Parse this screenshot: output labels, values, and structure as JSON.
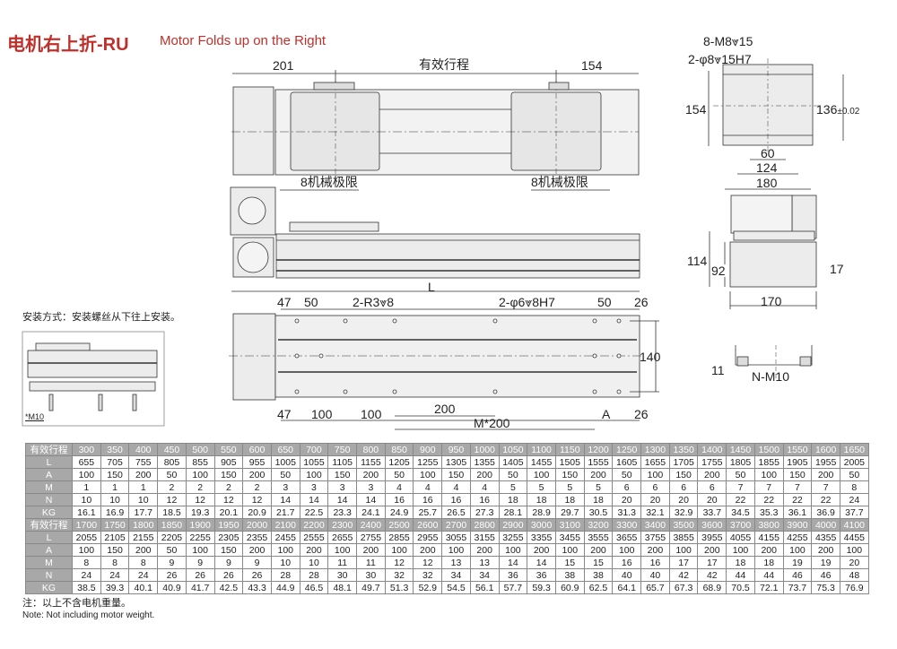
{
  "title": {
    "cn": "电机右上折-RU",
    "en": "Motor Folds up on the Right"
  },
  "top_view": {
    "dim_left": "201",
    "dim_stroke": "有效行程",
    "dim_right": "154",
    "limit_left": "8机械极限",
    "limit_right": "8机械极限"
  },
  "side_view": {
    "dim_length": "L"
  },
  "bottom_view": {
    "top_dims": [
      "47",
      "50",
      "2-R3⩔8",
      "2-φ6⩔8H7",
      "50",
      "26"
    ],
    "height": "140",
    "bottom_dims": [
      "47",
      "100",
      "100",
      "200",
      "M*200",
      "A",
      "26"
    ]
  },
  "install": {
    "text": "安装方式：安装螺丝从下往上安装。",
    "screw": "*M10"
  },
  "end_view": {
    "holes1": "8-M8⩔15",
    "holes2": "2-φ8⩔15H7",
    "h": "154",
    "pitch": "136",
    "tol": "±0.02",
    "w60": "60",
    "w124": "124",
    "w180": "180"
  },
  "front_view": {
    "h114": "114",
    "h92": "92",
    "d17": "17",
    "w170": "170"
  },
  "profile": {
    "d11": "11",
    "bolts": "N-M10"
  },
  "table": {
    "blocks": [
      {
        "rows": [
          {
            "label": "有效行程",
            "values": [
              "300",
              "350",
              "400",
              "450",
              "500",
              "550",
              "600",
              "650",
              "700",
              "750",
              "800",
              "850",
              "900",
              "950",
              "1000",
              "1050",
              "1100",
              "1150",
              "1200",
              "1250",
              "1300",
              "1350",
              "1400",
              "1450",
              "1500",
              "1550",
              "1600",
              "1650"
            ]
          },
          {
            "label": "L",
            "values": [
              "655",
              "705",
              "755",
              "805",
              "855",
              "905",
              "955",
              "1005",
              "1055",
              "1105",
              "1155",
              "1205",
              "1255",
              "1305",
              "1355",
              "1405",
              "1455",
              "1505",
              "1555",
              "1605",
              "1655",
              "1705",
              "1755",
              "1805",
              "1855",
              "1905",
              "1955",
              "2005"
            ]
          },
          {
            "label": "A",
            "values": [
              "100",
              "150",
              "200",
              "50",
              "100",
              "150",
              "200",
              "50",
              "100",
              "150",
              "200",
              "50",
              "100",
              "150",
              "200",
              "50",
              "100",
              "150",
              "200",
              "50",
              "100",
              "150",
              "200",
              "50",
              "100",
              "150",
              "200",
              "50"
            ]
          },
          {
            "label": "M",
            "values": [
              "1",
              "1",
              "1",
              "2",
              "2",
              "2",
              "2",
              "3",
              "3",
              "3",
              "3",
              "4",
              "4",
              "4",
              "4",
              "5",
              "5",
              "5",
              "5",
              "6",
              "6",
              "6",
              "6",
              "7",
              "7",
              "7",
              "7",
              "8"
            ]
          },
          {
            "label": "N",
            "values": [
              "10",
              "10",
              "10",
              "12",
              "12",
              "12",
              "12",
              "14",
              "14",
              "14",
              "14",
              "16",
              "16",
              "16",
              "16",
              "18",
              "18",
              "18",
              "18",
              "20",
              "20",
              "20",
              "20",
              "22",
              "22",
              "22",
              "22",
              "24"
            ]
          },
          {
            "label": "KG",
            "values": [
              "16.1",
              "16.9",
              "17.7",
              "18.5",
              "19.3",
              "20.1",
              "20.9",
              "21.7",
              "22.5",
              "23.3",
              "24.1",
              "24.9",
              "25.7",
              "26.5",
              "27.3",
              "28.1",
              "28.9",
              "29.7",
              "30.5",
              "31.3",
              "32.1",
              "32.9",
              "33.7",
              "34.5",
              "35.3",
              "36.1",
              "36.9",
              "37.7"
            ]
          }
        ]
      },
      {
        "rows": [
          {
            "label": "有效行程",
            "values": [
              "1700",
              "1750",
              "1800",
              "1850",
              "1900",
              "1950",
              "2000",
              "2100",
              "2200",
              "2300",
              "2400",
              "2500",
              "2600",
              "2700",
              "2800",
              "2900",
              "3000",
              "3100",
              "3200",
              "3300",
              "3400",
              "3500",
              "3600",
              "3700",
              "3800",
              "3900",
              "4000",
              "4100"
            ]
          },
          {
            "label": "L",
            "values": [
              "2055",
              "2105",
              "2155",
              "2205",
              "2255",
              "2305",
              "2355",
              "2455",
              "2555",
              "2655",
              "2755",
              "2855",
              "2955",
              "3055",
              "3155",
              "3255",
              "3355",
              "3455",
              "3555",
              "3655",
              "3755",
              "3855",
              "3955",
              "4055",
              "4155",
              "4255",
              "4355",
              "4455"
            ]
          },
          {
            "label": "A",
            "values": [
              "100",
              "150",
              "200",
              "50",
              "100",
              "150",
              "200",
              "100",
              "200",
              "100",
              "200",
              "100",
              "200",
              "100",
              "200",
              "100",
              "200",
              "100",
              "200",
              "100",
              "200",
              "100",
              "200",
              "100",
              "200",
              "100",
              "200",
              "100"
            ]
          },
          {
            "label": "M",
            "values": [
              "8",
              "8",
              "8",
              "9",
              "9",
              "9",
              "9",
              "10",
              "10",
              "11",
              "11",
              "12",
              "12",
              "13",
              "13",
              "14",
              "14",
              "15",
              "15",
              "16",
              "16",
              "17",
              "17",
              "18",
              "18",
              "19",
              "19",
              "20"
            ]
          },
          {
            "label": "N",
            "values": [
              "24",
              "24",
              "24",
              "26",
              "26",
              "26",
              "26",
              "28",
              "28",
              "30",
              "30",
              "32",
              "32",
              "34",
              "34",
              "36",
              "36",
              "38",
              "38",
              "40",
              "40",
              "42",
              "42",
              "44",
              "44",
              "46",
              "46",
              "48"
            ]
          },
          {
            "label": "KG",
            "values": [
              "38.5",
              "39.3",
              "40.1",
              "40.9",
              "41.7",
              "42.5",
              "43.3",
              "44.9",
              "46.5",
              "48.1",
              "49.7",
              "51.3",
              "52.9",
              "54.5",
              "56.1",
              "57.7",
              "59.3",
              "60.9",
              "62.5",
              "64.1",
              "65.7",
              "67.3",
              "68.9",
              "70.5",
              "72.1",
              "73.7",
              "75.3",
              "76.9"
            ]
          }
        ]
      }
    ]
  },
  "notes": {
    "cn": "注：以上不含电机重量。",
    "en": "Note: Not including motor weight."
  },
  "colors": {
    "title": "#c0302a",
    "header_bg": "#a8a8a8",
    "part_fill": "#ececec",
    "line": "#333333"
  }
}
